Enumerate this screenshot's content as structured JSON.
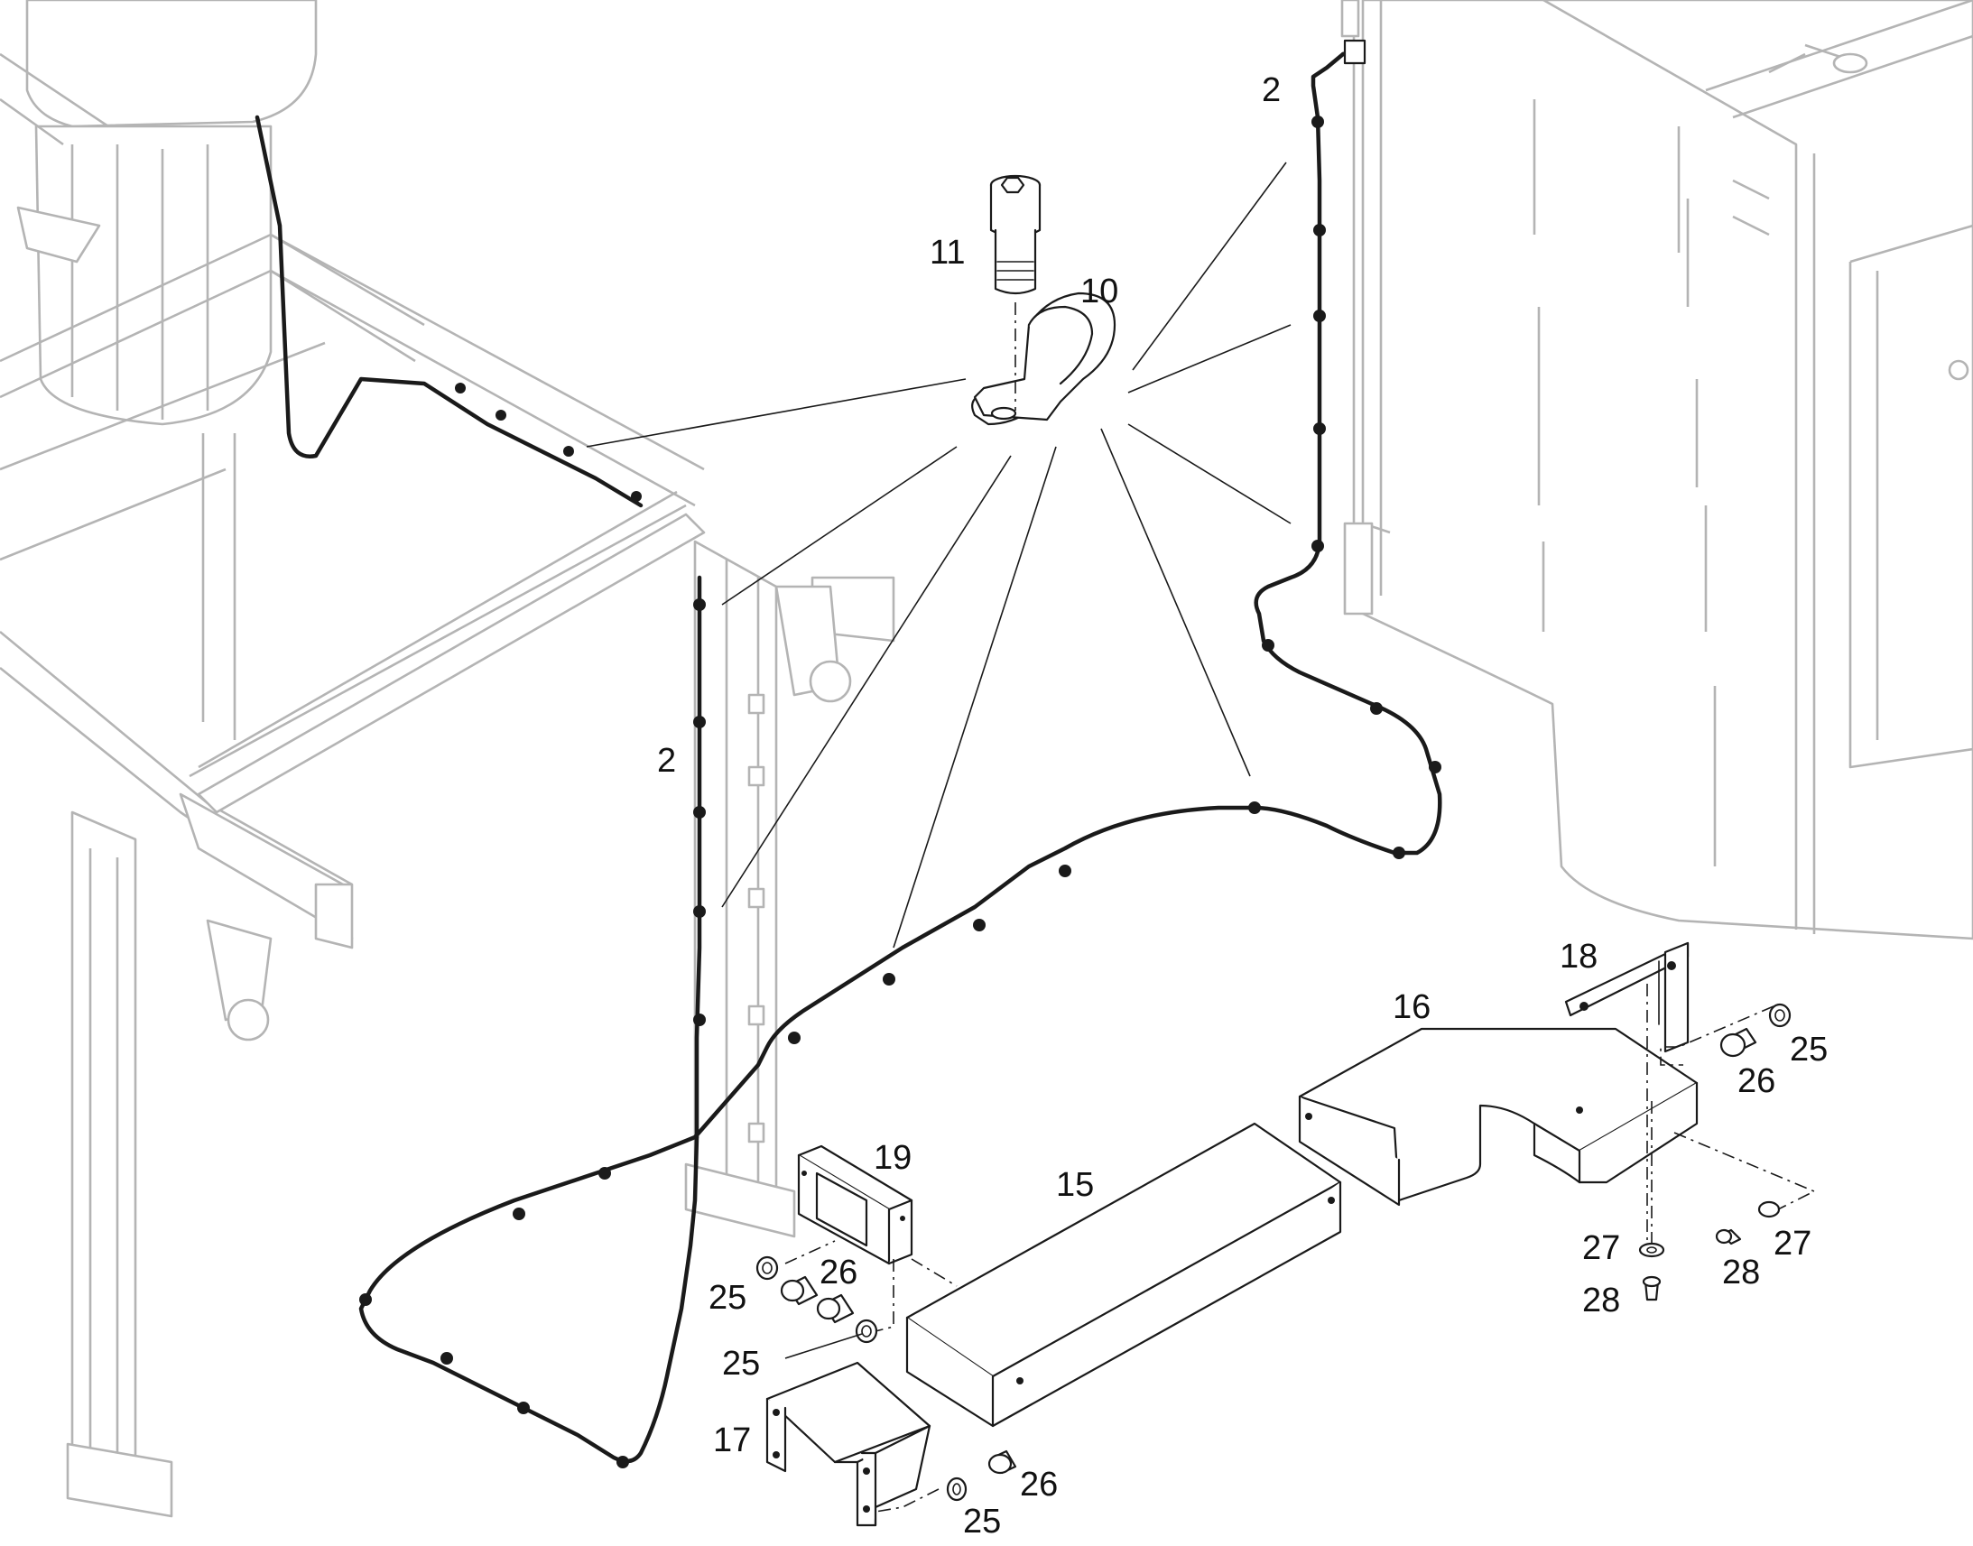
{
  "callouts": {
    "wire_top": "2",
    "wire_left": "2",
    "bolt_11": "11",
    "clamp_10": "10",
    "bracket_18": "18",
    "cover_16": "16",
    "nut_25_right": "25",
    "bolt_26_right": "26",
    "plate_19": "19",
    "cover_15": "15",
    "nut_25_left_a": "25",
    "bolt_26_left": "26",
    "nut_25_left_b": "25",
    "bracket_17": "17",
    "bolt_26_bottom": "26",
    "nut_25_bottom": "25",
    "washer_27_a": "27",
    "screw_28_a": "28",
    "washer_27_b": "27",
    "screw_28_b": "28"
  }
}
